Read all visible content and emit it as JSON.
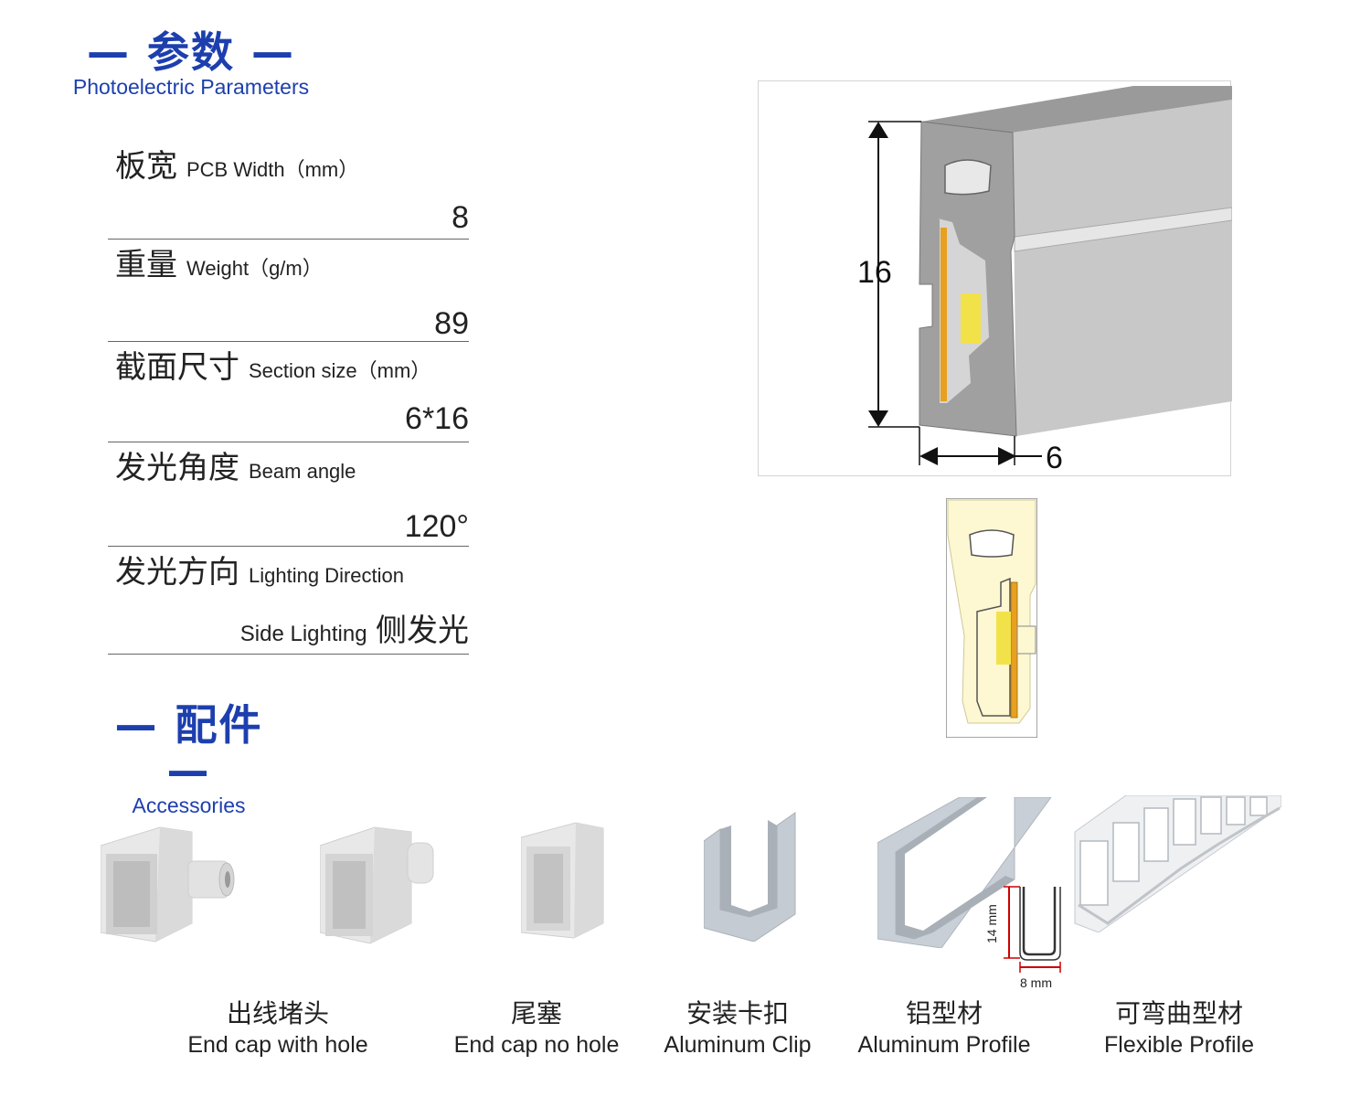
{
  "params_header": {
    "zh": "— 参数 —",
    "en": "Photoelectric Parameters"
  },
  "params": [
    {
      "zh": "板宽",
      "en": "PCB Width（mm）",
      "value": "8"
    },
    {
      "zh": "重量",
      "en": "Weight（g/m）",
      "value": "89"
    },
    {
      "zh": "截面尺寸",
      "en": "Section size（mm）",
      "value": "6*16"
    },
    {
      "zh": "发光角度",
      "en": "Beam angle",
      "value": "120°"
    },
    {
      "zh": "发光方向",
      "en": "Lighting Direction",
      "value_en": "Side Lighting",
      "value_zh": "侧发光"
    }
  ],
  "diagram": {
    "height_label": "16",
    "width_label": "6"
  },
  "accessories_header": {
    "zh": "— 配件 —",
    "en": "Accessories"
  },
  "profile_dims": {
    "height": "14 mm",
    "width": "8 mm"
  },
  "accessories": [
    {
      "zh": "出线堵头",
      "en": "End cap with hole"
    },
    {
      "zh": "尾塞",
      "en": "End cap no hole"
    },
    {
      "zh": "安装卡扣",
      "en": "Aluminum Clip"
    },
    {
      "zh": "铝型材",
      "en": "Aluminum Profile"
    },
    {
      "zh": "可弯曲型材",
      "en": "Flexible Profile"
    }
  ],
  "colors": {
    "accent": "#1d3fae",
    "led_yellow": "#f2e24a",
    "pcb_orange": "#e8a020"
  }
}
